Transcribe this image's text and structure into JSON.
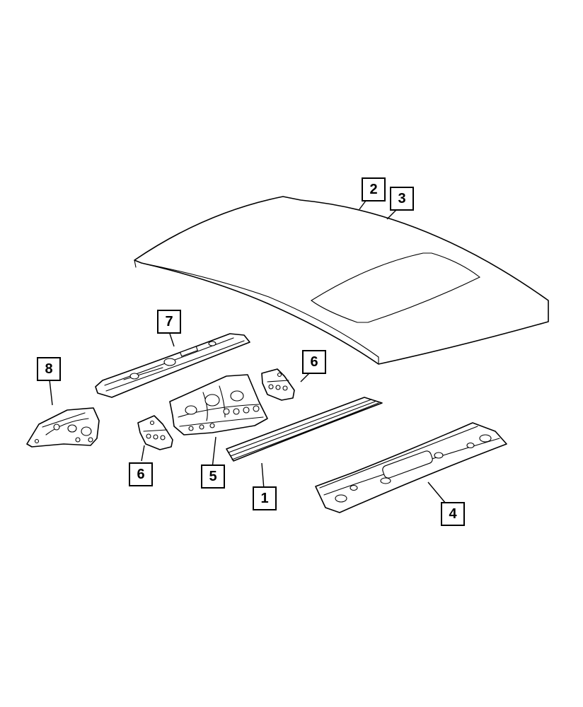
{
  "callouts": [
    {
      "id": "c2",
      "label": "2"
    },
    {
      "id": "c3",
      "label": "3"
    },
    {
      "id": "c7",
      "label": "7"
    },
    {
      "id": "c6a",
      "label": "6"
    },
    {
      "id": "c8",
      "label": "8"
    },
    {
      "id": "c6b",
      "label": "6"
    },
    {
      "id": "c5",
      "label": "5"
    },
    {
      "id": "c1",
      "label": "1"
    },
    {
      "id": "c4",
      "label": "4"
    }
  ],
  "colors": {
    "line": "#000000",
    "background": "#ffffff"
  }
}
